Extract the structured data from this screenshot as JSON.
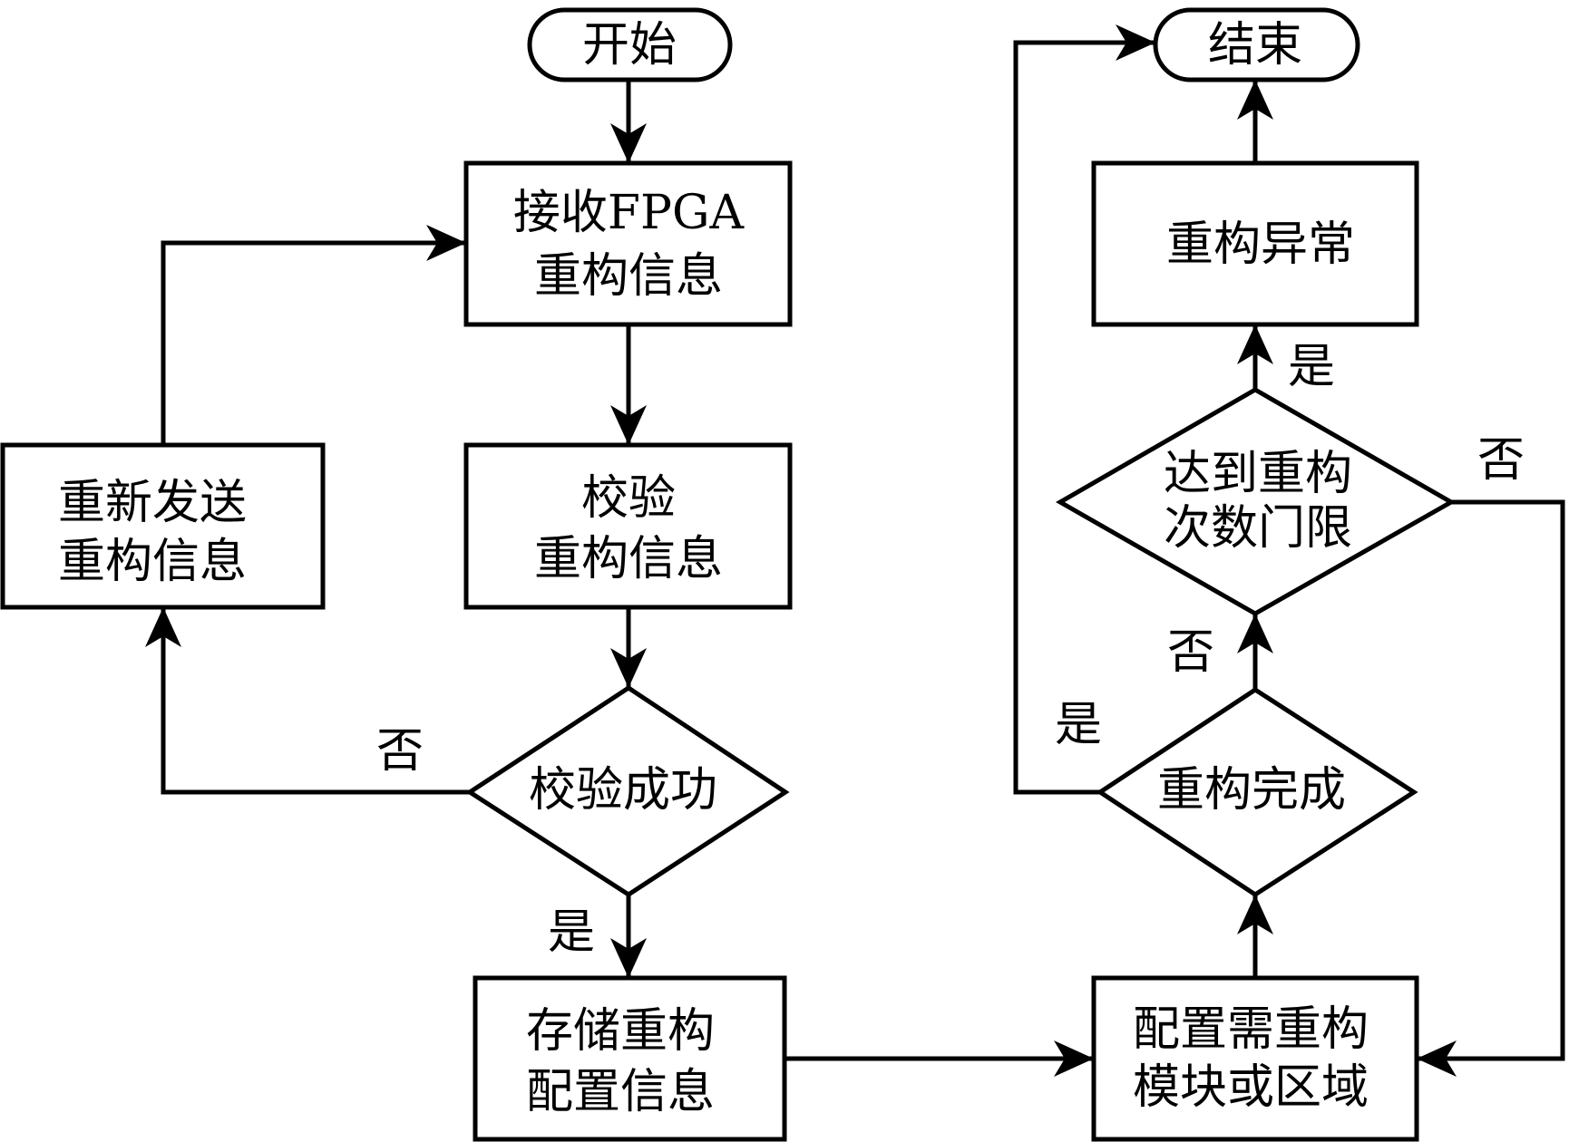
{
  "diagram": {
    "type": "flowchart",
    "colors": {
      "stroke": "#000000",
      "fill": "#ffffff",
      "text": "#000000"
    },
    "nodes": {
      "start": {
        "kind": "terminal",
        "lines": [
          "开始"
        ]
      },
      "receive": {
        "kind": "process",
        "lines": [
          "接收FPGA",
          "重构信息"
        ]
      },
      "verify": {
        "kind": "process",
        "lines": [
          "校验",
          "重构信息"
        ]
      },
      "verify_ok": {
        "kind": "decision",
        "lines": [
          "校验成功"
        ]
      },
      "resend": {
        "kind": "process",
        "lines": [
          "重新发送",
          "重构信息"
        ]
      },
      "store": {
        "kind": "process",
        "lines": [
          "存储重构",
          "配置信息"
        ]
      },
      "configure": {
        "kind": "process",
        "lines": [
          "配置需重构",
          "模块或区域"
        ]
      },
      "reconfig_done": {
        "kind": "decision",
        "lines": [
          "重构完成"
        ]
      },
      "threshold": {
        "kind": "decision",
        "lines": [
          "达到重构",
          "次数门限"
        ]
      },
      "abnormal": {
        "kind": "process",
        "lines": [
          "重构异常"
        ]
      },
      "end": {
        "kind": "terminal",
        "lines": [
          "结束"
        ]
      }
    },
    "edges": [
      {
        "from": "start",
        "to": "receive",
        "label": ""
      },
      {
        "from": "receive",
        "to": "verify",
        "label": ""
      },
      {
        "from": "verify",
        "to": "verify_ok",
        "label": ""
      },
      {
        "from": "verify_ok",
        "to": "store",
        "label": "是"
      },
      {
        "from": "verify_ok",
        "to": "resend",
        "label": "否"
      },
      {
        "from": "resend",
        "to": "receive",
        "label": ""
      },
      {
        "from": "store",
        "to": "configure",
        "label": ""
      },
      {
        "from": "configure",
        "to": "reconfig_done",
        "label": ""
      },
      {
        "from": "reconfig_done",
        "to": "end",
        "label": "是"
      },
      {
        "from": "reconfig_done",
        "to": "threshold",
        "label": "否"
      },
      {
        "from": "threshold",
        "to": "abnormal",
        "label": "是"
      },
      {
        "from": "threshold",
        "to": "configure",
        "label": "否"
      },
      {
        "from": "abnormal",
        "to": "end",
        "label": ""
      }
    ],
    "edge_labels": {
      "verify_no": "否",
      "verify_yes": "是",
      "done_yes": "是",
      "done_no": "否",
      "threshold_yes": "是",
      "threshold_no": "否"
    }
  }
}
